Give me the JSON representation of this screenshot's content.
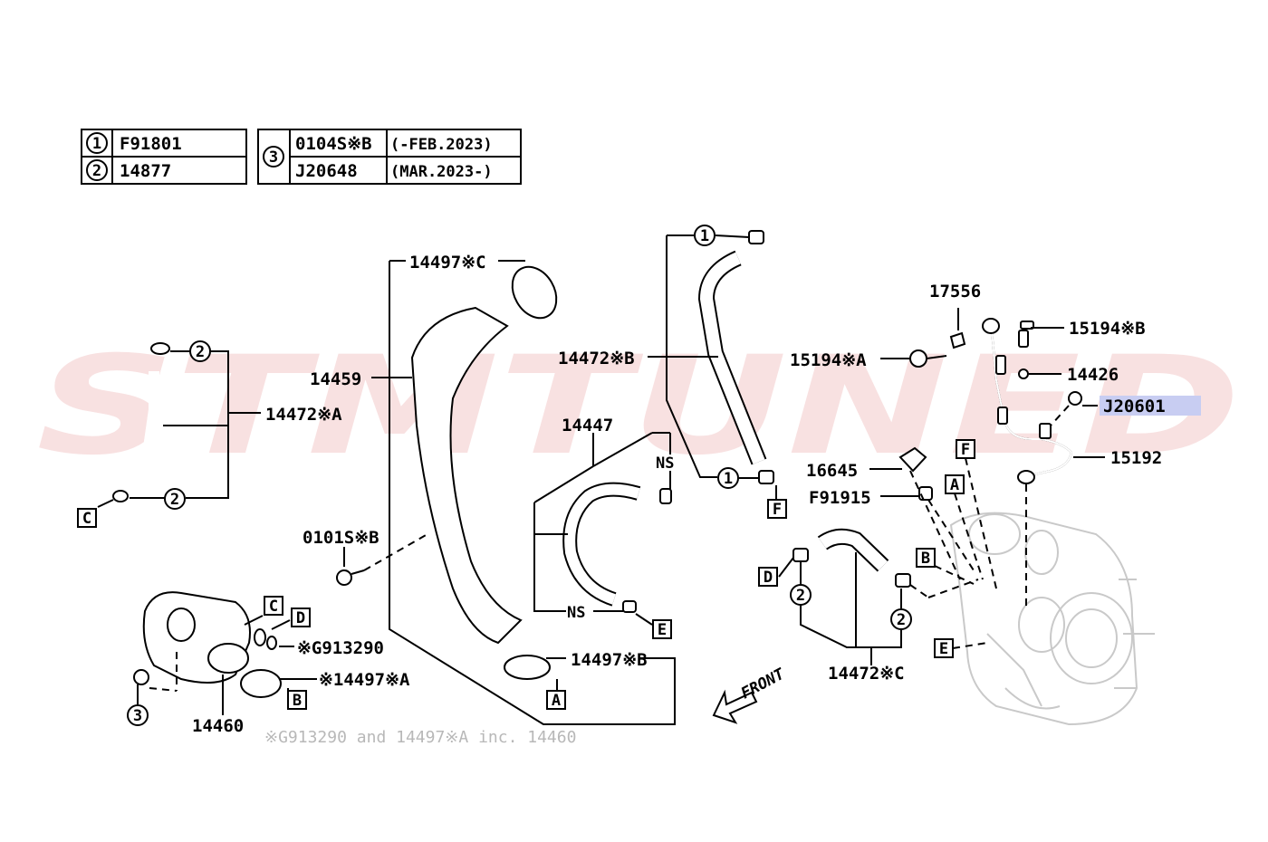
{
  "watermark": {
    "text": "STMTUNED",
    "color_a": "#f3c9c9",
    "color_b": "#ececec"
  },
  "legend": {
    "table1": [
      {
        "key": "1",
        "part": "F91801"
      },
      {
        "key": "2",
        "part": "14877"
      }
    ],
    "table3": {
      "key": "3",
      "rows": [
        {
          "part": "0104S※B",
          "date": "(-FEB.2023)"
        },
        {
          "part": "J20648",
          "date": "(MAR.2023-)"
        }
      ]
    }
  },
  "labels": {
    "p14497c": "14497※C",
    "p14459": "14459",
    "p14472a": "14472※A",
    "p14472b": "14472※B",
    "p14447": "14447",
    "p0101sb": "0101S※B",
    "pg913290": "※G913290",
    "p14497a": "※14497※A",
    "p14460": "14460",
    "p14497b": "14497※B",
    "p17556": "17556",
    "p15194a": "15194※A",
    "p15194b": "15194※B",
    "p14426": "14426",
    "pj20601": "J20601",
    "p15192": "15192",
    "p16645": "16645",
    "pf91915": "F91915",
    "p14472c": "14472※C",
    "ns1": "NS",
    "ns2": "NS",
    "front": "FRONT"
  },
  "circles": {
    "c1a": "1",
    "c1b": "1",
    "c2a": "2",
    "c2b": "2",
    "c2c": "2",
    "c2d": "2",
    "c3": "3"
  },
  "refs": {
    "rc1": "C",
    "rc2": "C",
    "rd1": "D",
    "rd2": "D",
    "ra1": "A",
    "ra2": "A",
    "rb1": "B",
    "rb2": "B",
    "re1": "E",
    "re2": "E",
    "rf1": "F",
    "rf2": "F"
  },
  "footnote": "※G913290 and 14497※A  inc. 14460",
  "colors": {
    "highlight": "#c8cdf2",
    "ghost": "#c9c9c9"
  }
}
